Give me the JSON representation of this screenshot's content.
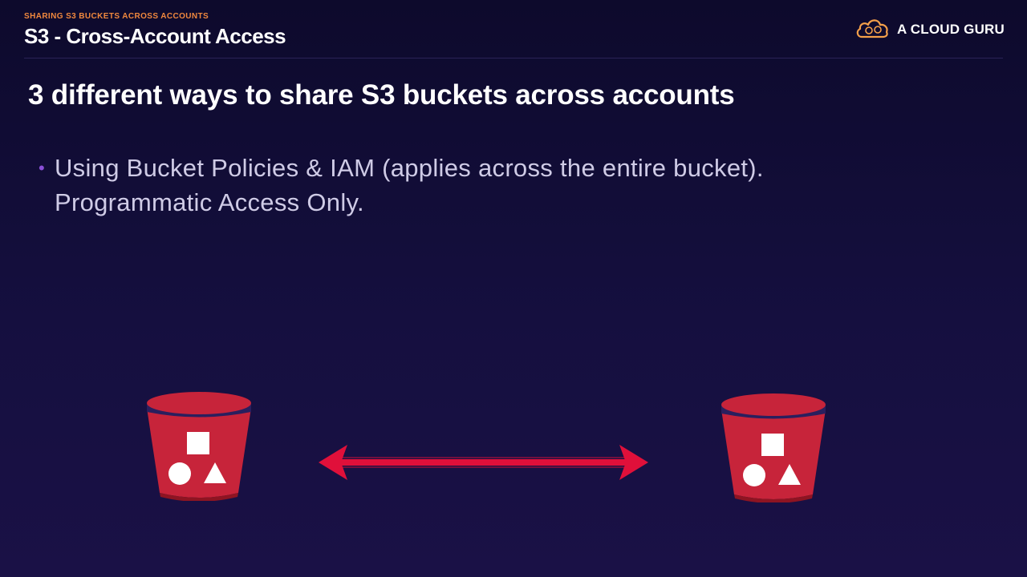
{
  "header": {
    "eyebrow": "SHARING S3 BUCKETS ACROSS ACCOUNTS",
    "title": "S3 - Cross-Account Access"
  },
  "brand": {
    "name": "A CLOUD GURU",
    "icon": "cloud-logo-icon"
  },
  "content": {
    "heading": "3 different ways to share S3 buckets across accounts",
    "bullets": [
      {
        "line1": "Using Bucket Policies & IAM (applies across the entire bucket).",
        "line2": "Programmatic Access Only."
      }
    ]
  },
  "diagram": {
    "left_bucket_icon": "s3-bucket-icon",
    "right_bucket_icon": "s3-bucket-icon",
    "connector_icon": "double-arrow-icon"
  },
  "colors": {
    "eyebrow": "#f0883e",
    "bullet_dot": "#8a4fd6",
    "bucket_red": "#c7243a",
    "bucket_dark": "#8e1422",
    "arrow_red": "#e0103a",
    "logo_orange": "#f5a04a"
  }
}
